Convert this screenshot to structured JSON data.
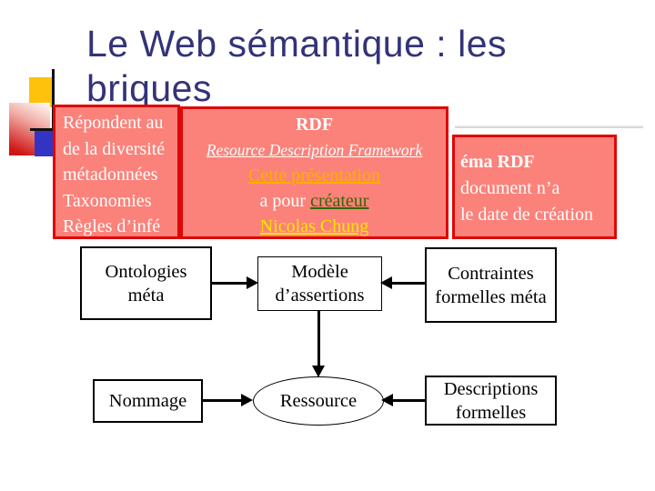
{
  "title": {
    "line1": "Le Web sémantique : les",
    "line2": "briques"
  },
  "overlay": {
    "left_box": {
      "lines": [
        "Répondent au",
        "de la diversité",
        "métadonnées",
        "Taxonomies",
        "Règles d’infé"
      ]
    },
    "rdf_box": {
      "heading": "RDF",
      "subheading": "Resource Description Framework",
      "link_presentation": "Cette présentation",
      "plain_prefix": "a pour",
      "link_createur": "créateur",
      "link_author": "Nicolas Chung"
    },
    "right_box": {
      "lines": [
        "éma RDF",
        "document n’a",
        "le date de création"
      ]
    }
  },
  "diagram": {
    "ontologies": {
      "line1": "Ontologies",
      "line2": "méta"
    },
    "modele": {
      "line1": "Modèle",
      "line2": "d’assertions"
    },
    "contraintes": {
      "line1": "Contraintes",
      "line2": "formelles méta"
    },
    "nommage": {
      "label": "Nommage"
    },
    "ressource": {
      "label": "Ressource"
    },
    "descriptions": {
      "line1": "Descriptions",
      "line2": "formelles"
    }
  },
  "colors": {
    "title_text": "#333379",
    "overlay_fill": "#FB827A",
    "overlay_border": "#DD0806",
    "overlay_text": "#FFFFFF",
    "link_orange": "#FFAE00",
    "link_green": "#336600",
    "link_yellow": "#FFE600",
    "diagram_line": "#000000"
  }
}
